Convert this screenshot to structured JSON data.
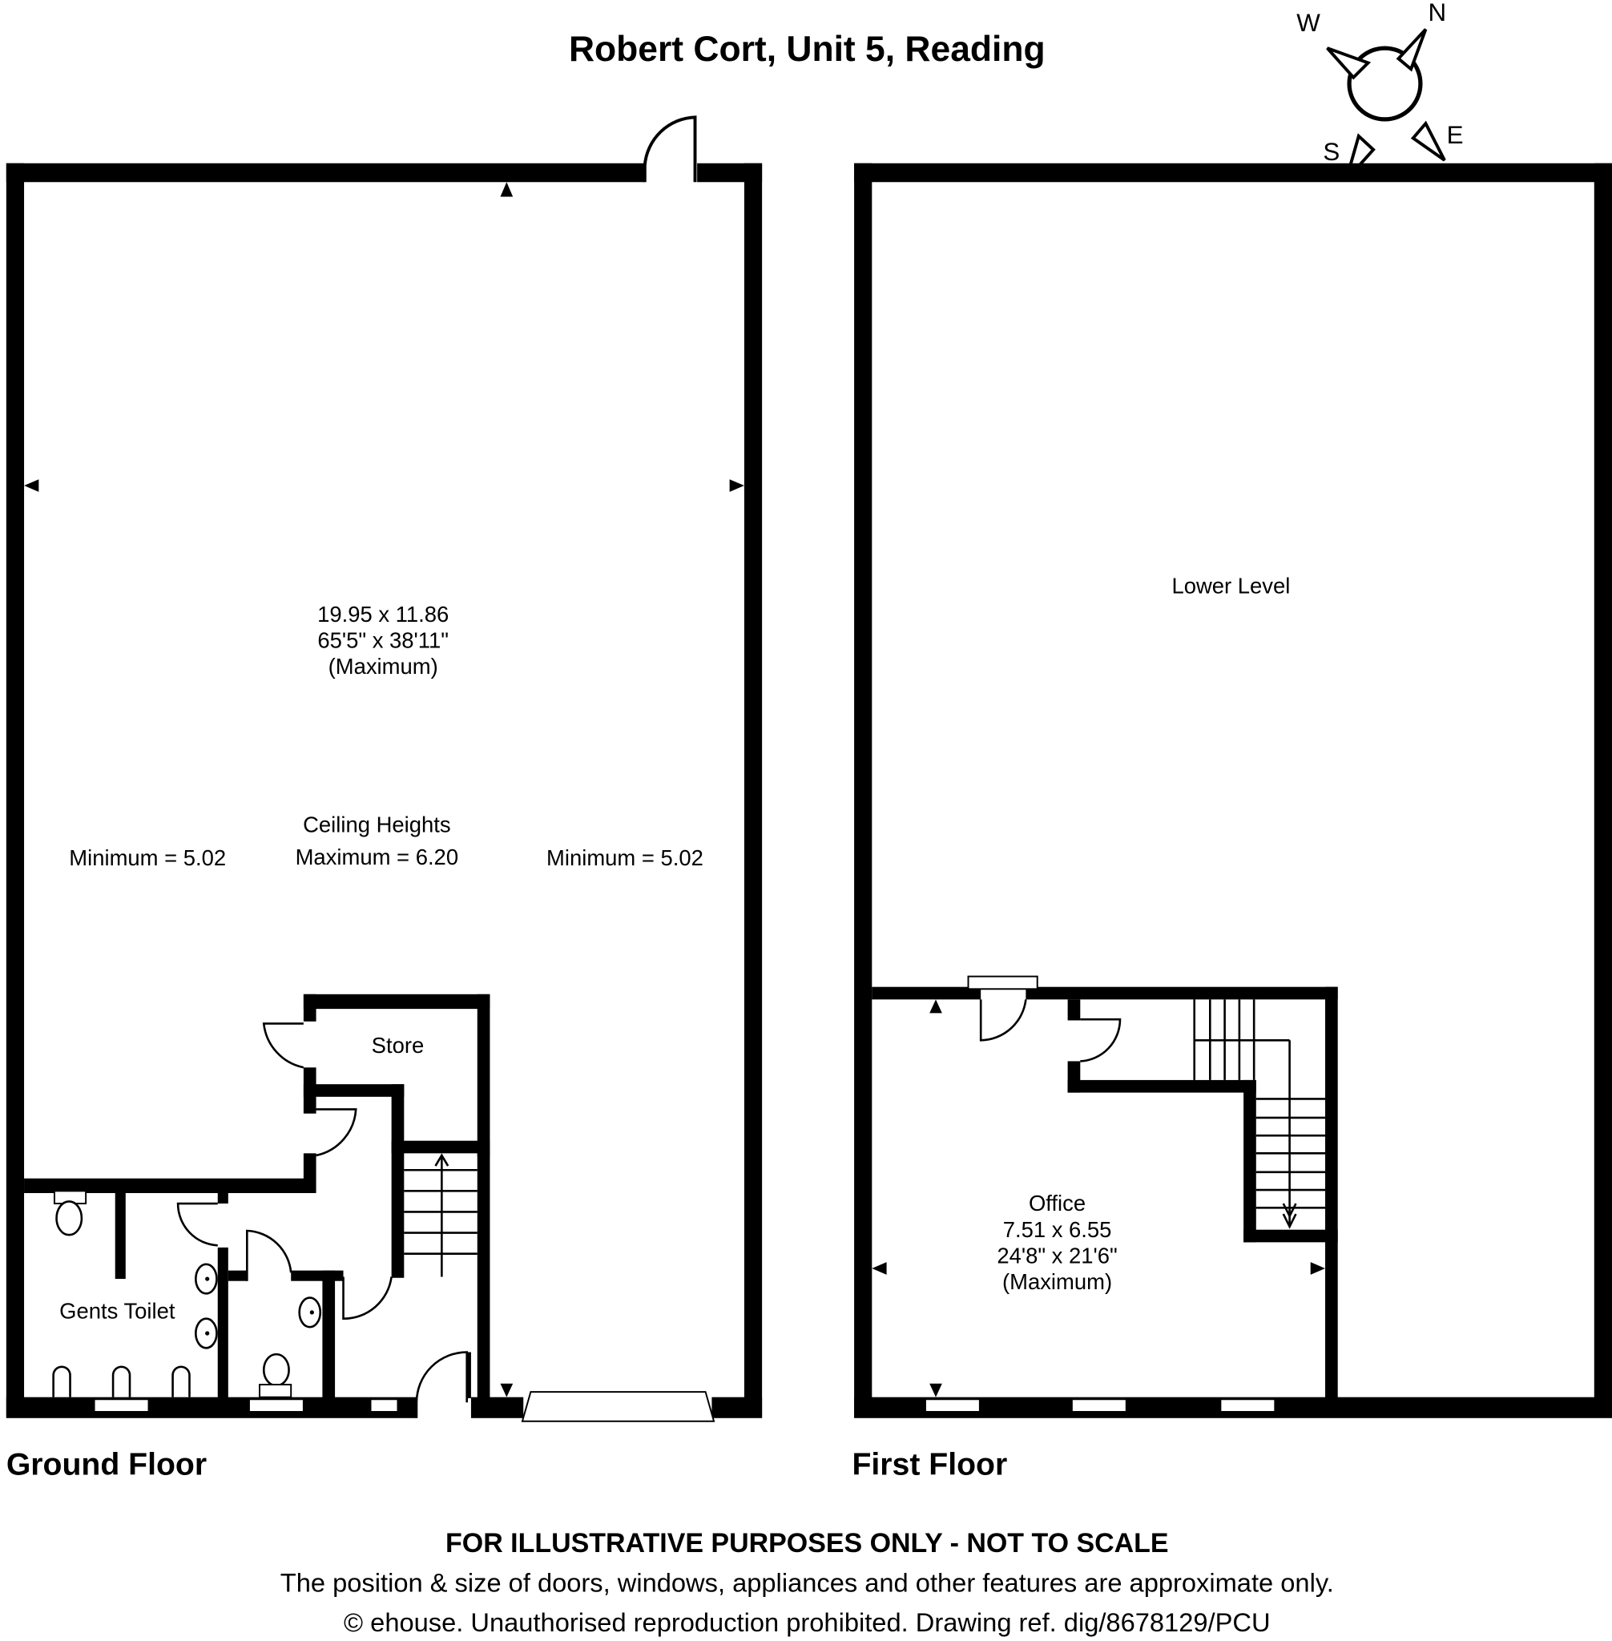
{
  "title": "Robert Cort, Unit 5, Reading",
  "compass": {
    "n": "N",
    "e": "E",
    "s": "S",
    "w": "W"
  },
  "ground_floor": {
    "label": "Ground Floor",
    "main_room": {
      "dim_metric": "19.95 x 11.86",
      "dim_imperial": "65'5\" x 38'11\"",
      "note": "(Maximum)"
    },
    "ceiling": {
      "heading": "Ceiling Heights",
      "left_min": "Minimum = 5.02",
      "max": "Maximum = 6.20",
      "right_min": "Minimum = 5.02"
    },
    "store": "Store",
    "gents_toilet": "Gents Toilet"
  },
  "first_floor": {
    "label": "First Floor",
    "lower_level": "Lower Level",
    "office": {
      "name": "Office",
      "dim_metric": "7.51 x 6.55",
      "dim_imperial": "24'8\" x 21'6\"",
      "note": "(Maximum)"
    }
  },
  "footer": {
    "disclaimer": "FOR ILLUSTRATIVE PURPOSES ONLY - NOT TO SCALE",
    "note": "The position & size of doors, windows, appliances and other features are approximate only.",
    "copyright": "© ehouse. Unauthorised reproduction prohibited. Drawing ref. dig/8678129/PCU"
  },
  "colors": {
    "ink": "#000000",
    "paper": "#ffffff"
  }
}
